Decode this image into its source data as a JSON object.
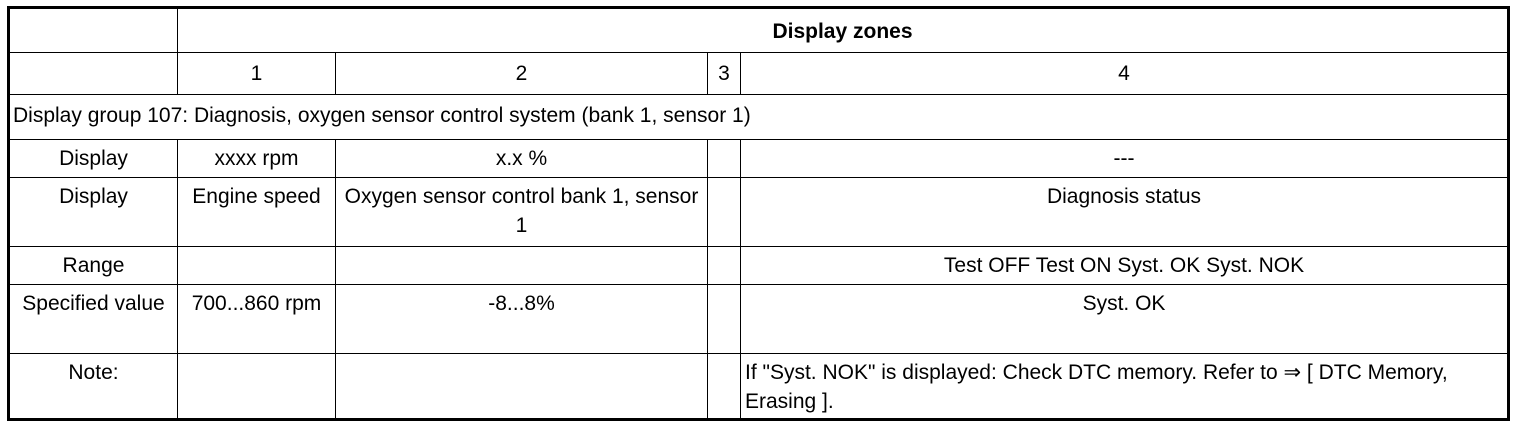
{
  "header": {
    "title": "Display zones",
    "zones": [
      "1",
      "2",
      "3",
      "4"
    ]
  },
  "group_title": "Display group 107: Diagnosis, oxygen sensor control system (bank 1, sensor 1)",
  "rows": {
    "display_units": {
      "label": "Display",
      "z1": "xxxx rpm",
      "z2": "x.x %",
      "z3": "",
      "z4": "---"
    },
    "display_names": {
      "label": "Display",
      "z1": "Engine speed",
      "z2": "Oxygen sensor control bank 1, sensor 1",
      "z3": "",
      "z4": "Diagnosis status"
    },
    "range": {
      "label": "Range",
      "z1": "",
      "z2": "",
      "z3": "",
      "z4": "Test OFF Test ON Syst. OK Syst. NOK"
    },
    "specified": {
      "label": "Specified value",
      "z1": "700...860 rpm",
      "z2": "-8...8%",
      "z3": "",
      "z4": "Syst. OK"
    },
    "note": {
      "label": "Note:",
      "z1": "",
      "z2": "",
      "z3": "",
      "z4": "If \"Syst. NOK\" is displayed: Check DTC memory. Refer to ⇒ [ DTC Memory, Erasing ]."
    }
  }
}
